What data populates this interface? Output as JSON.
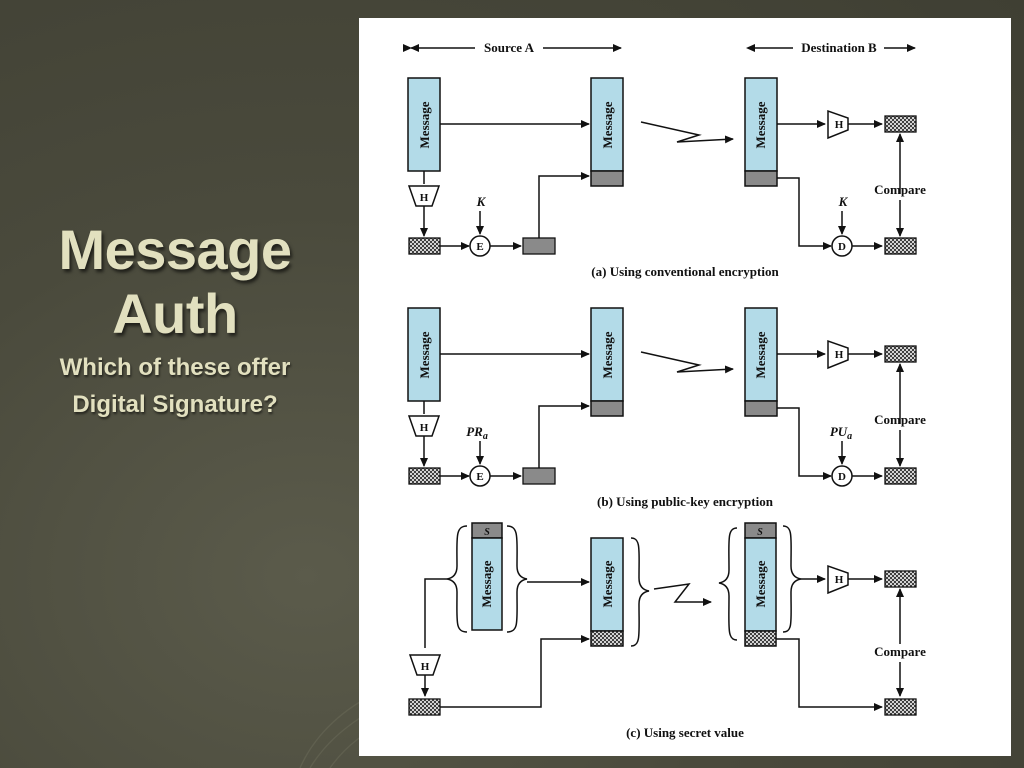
{
  "slide": {
    "title_line1": "Message",
    "title_line2": "Auth",
    "subtitle_line1": "Which of these offer",
    "subtitle_line2": "Digital Signature?"
  },
  "diagram": {
    "source_label": "Source A",
    "destination_label": "Destination B",
    "message_label": "Message",
    "hash_label": "H",
    "encrypt_label": "E",
    "decrypt_label": "D",
    "compare_label": "Compare",
    "secret_label": "S",
    "panels": {
      "a": {
        "caption": "(a) Using conventional encryption",
        "key_enc": "K",
        "key_dec": "K"
      },
      "b": {
        "caption": "(b) Using public-key encryption",
        "key_enc_main": "PR",
        "key_enc_sub": "a",
        "key_dec_main": "PU",
        "key_dec_sub": "a"
      },
      "c": {
        "caption": "(c) Using secret value"
      }
    }
  },
  "colors": {
    "background": "#4a4a3c",
    "title_text": "#e2e0bf",
    "message_fill": "#b3dbe8",
    "tag_fill": "#8a8a8a"
  }
}
